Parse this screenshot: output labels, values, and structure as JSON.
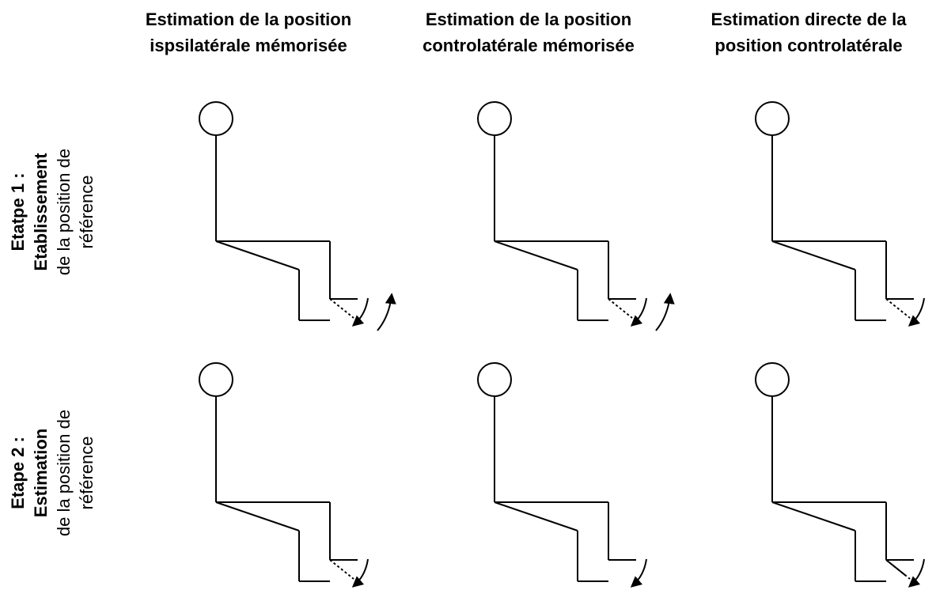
{
  "columns": [
    {
      "line1": "Estimation de la position",
      "line2": "ispsilatérale mémorisée"
    },
    {
      "line1": "Estimation de la position",
      "line2": "controlatérale mémorisée"
    },
    {
      "line1": "Estimation directe de la",
      "line2": "position controlatérale"
    }
  ],
  "rows": [
    {
      "line1": "Etatpe 1 :",
      "line2": "Etablissement",
      "line3": "de la position de",
      "line4": "référence"
    },
    {
      "line1": "Etape 2 :",
      "line2": "Estimation",
      "line3": "de la position de",
      "line4": "référence"
    }
  ],
  "panels": [
    {
      "row": 1,
      "col": 1,
      "right_leg": "bent",
      "left_leg": "straight",
      "arrows": [
        "down",
        "up"
      ]
    },
    {
      "row": 1,
      "col": 2,
      "right_leg": "bent",
      "left_leg": "straight",
      "arrows": [
        "down",
        "up"
      ]
    },
    {
      "row": 1,
      "col": 3,
      "right_leg": "bent",
      "left_leg": "straight",
      "arrows": [
        "down"
      ]
    },
    {
      "row": 2,
      "col": 1,
      "right_leg": "bent",
      "left_leg": "straight",
      "arrows": [
        "down"
      ]
    },
    {
      "row": 2,
      "col": 2,
      "right_leg": "straight",
      "left_leg": "bent",
      "arrows": [
        "down"
      ]
    },
    {
      "row": 2,
      "col": 3,
      "right_leg": "bent",
      "left_leg": "bent",
      "arrows": [
        "down"
      ]
    }
  ]
}
